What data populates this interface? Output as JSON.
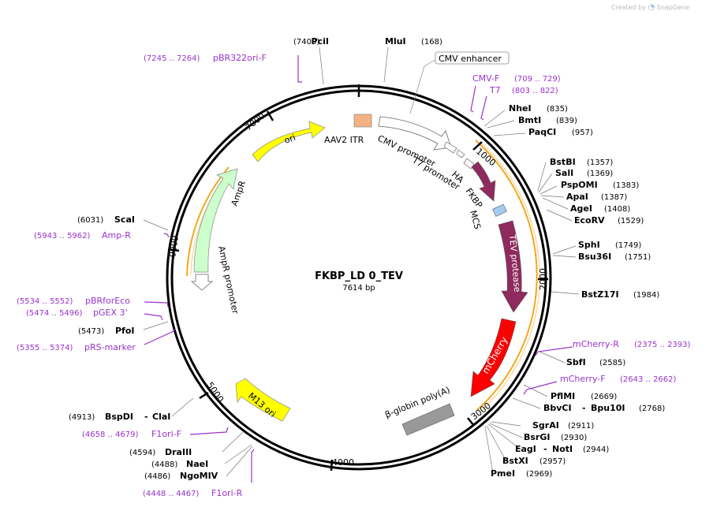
{
  "credit": {
    "prefix": "Created by",
    "brand": "SnapGene"
  },
  "plasmid": {
    "name": "FKBP_LD 0_TEV",
    "length": "7614 bp",
    "length_bp": 7614
  },
  "tick_labels": [
    "1000",
    "2000",
    "3000",
    "4000",
    "5000",
    "6000",
    "7000"
  ],
  "features": [
    {
      "label": "ori",
      "type": "arrow",
      "color": "#ffff00",
      "text_color": "#000000"
    },
    {
      "label": "AAV2 ITR",
      "type": "box",
      "color": "#f4b183"
    },
    {
      "label": "CMV enhancer",
      "type": "callout"
    },
    {
      "label": "CMV promoter",
      "type": "arrow",
      "color": "#ffffff"
    },
    {
      "label": "T7 promoter",
      "type": "arrow",
      "color": "#ffffff"
    },
    {
      "label": "HA",
      "type": "tag"
    },
    {
      "label": "FKBP",
      "type": "arrow",
      "color": "#8e2a5d"
    },
    {
      "label": "MCS",
      "type": "box",
      "color": "#a5cbef"
    },
    {
      "label": "TEV protease",
      "type": "arrow",
      "color": "#8e2a5d",
      "text_color": "#ffffff"
    },
    {
      "label": "mCherry",
      "type": "arrow",
      "color": "#ff0000",
      "text_color": "#ffffff"
    },
    {
      "label": "β-globin poly(A)",
      "type": "box",
      "color": "#999999"
    },
    {
      "label": "M13 ori",
      "type": "arrow",
      "color": "#ffff00",
      "text_color": "#000000"
    },
    {
      "label": "AmpR",
      "type": "arrow",
      "color": "#ccffcc"
    },
    {
      "label": "AmpR promoter",
      "type": "arrow",
      "color": "#ffffff"
    }
  ],
  "sites": [
    {
      "name": "PciI",
      "pos": "(7400)"
    },
    {
      "name": "MluI",
      "pos": "(168)"
    },
    {
      "name": "NheI",
      "pos": "(835)"
    },
    {
      "name": "BmtI",
      "pos": "(839)"
    },
    {
      "name": "PaqCI",
      "pos": "(957)"
    },
    {
      "name": "BstBI",
      "pos": "(1357)"
    },
    {
      "name": "SalI",
      "pos": "(1369)"
    },
    {
      "name": "PspOMI",
      "pos": "(1383)"
    },
    {
      "name": "ApaI",
      "pos": "(1387)"
    },
    {
      "name": "AgeI",
      "pos": "(1408)"
    },
    {
      "name": "EcoRV",
      "pos": "(1529)"
    },
    {
      "name": "SphI",
      "pos": "(1749)"
    },
    {
      "name": "Bsu36I",
      "pos": "(1751)"
    },
    {
      "name": "BstZ17I",
      "pos": "(1984)"
    },
    {
      "name": "SbfI",
      "pos": "(2585)"
    },
    {
      "name": "PflMI",
      "pos": "(2669)"
    },
    {
      "name": "BbvCI",
      "name2": "Bpu10I",
      "pos": "(2768)"
    },
    {
      "name": "SgrAI",
      "pos": "(2911)"
    },
    {
      "name": "BsrGI",
      "pos": "(2930)"
    },
    {
      "name": "EagI",
      "name2": "NotI",
      "pos": "(2944)"
    },
    {
      "name": "BstXI",
      "pos": "(2957)"
    },
    {
      "name": "PmeI",
      "pos": "(2969)"
    },
    {
      "name": "ScaI",
      "pos": "(6031)"
    },
    {
      "name": "PfoI",
      "pos": "(5473)"
    },
    {
      "name": "BspDI",
      "name2": "ClaI",
      "pos": "(4913)"
    },
    {
      "name": "DraIII",
      "pos": "(4594)"
    },
    {
      "name": "NaeI",
      "pos": "(4488)"
    },
    {
      "name": "NgoMIV",
      "pos": "(4486)"
    }
  ],
  "primers": [
    {
      "name": "pBR322ori-F",
      "range": "(7245 .. 7264)"
    },
    {
      "name": "CMV-F",
      "range": "(709 .. 729)"
    },
    {
      "name": "T7",
      "range": "(803 .. 822)"
    },
    {
      "name": "mCherry-R",
      "range": "(2375 .. 2393)"
    },
    {
      "name": "mCherry-F",
      "range": "(2643 .. 2662)"
    },
    {
      "name": "Amp-R",
      "range": "(5943 .. 5962)"
    },
    {
      "name": "pBRforEco",
      "range": "(5534 .. 5552)"
    },
    {
      "name": "pGEX 3'",
      "range": "(5474 .. 5496)"
    },
    {
      "name": "pRS-marker",
      "range": "(5355 .. 5374)"
    },
    {
      "name": "F1ori-F",
      "range": "(4658 .. 4679)"
    },
    {
      "name": "F1ori-R",
      "range": "(4448 .. 4467)"
    }
  ],
  "colors": {
    "primer": "#9933cc",
    "backbone": "#000000",
    "orf_outline": "#f0c080"
  }
}
